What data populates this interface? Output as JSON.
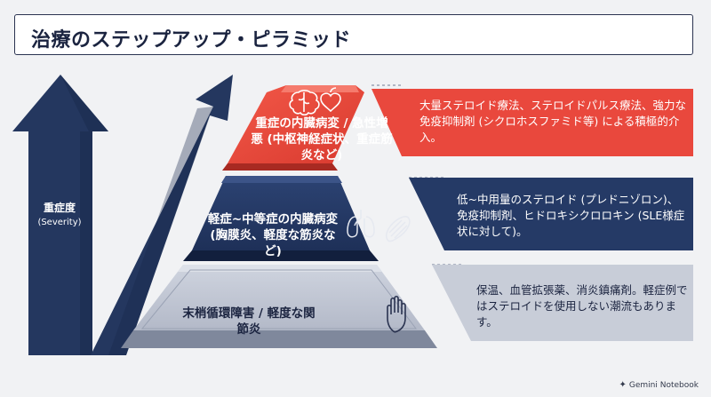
{
  "title": "治療のステップアップ・ピラミッド",
  "severity_label": {
    "main": "重症度",
    "sub": "(Severity)"
  },
  "tiers": {
    "top": {
      "label": "重症の内臓病変 / 急性増悪 (中枢神経症状、重症筋炎など)",
      "description": "大量ステロイド療法、ステロイドパルス療法、強力な免疫抑制剤 (シクロホスファミド等) による積極的介入。",
      "color": "#e9483d",
      "icons": [
        "brain-icon",
        "heart-icon"
      ]
    },
    "middle": {
      "label": "軽症~中等症の内臓病変 (胸膜炎、軽度な筋炎など)",
      "description": "低~中用量のステロイド (プレドニゾロン)、免疫抑制剤、ヒドロキシクロロキン (SLE様症状に対して)。",
      "color": "#253a66",
      "icons": [
        "lungs-icon",
        "muscle-icon"
      ]
    },
    "base": {
      "label": "末梢循環障害 / 軽度な関節炎",
      "description": "保温、血管拡張薬、消炎鎮痛剤。軽症例ではステロイドを使用しない潮流もあります。",
      "color": "#c4c9d6",
      "icons": [
        "hand-icon"
      ]
    }
  },
  "footer": {
    "brand": "Gemini Notebook"
  }
}
